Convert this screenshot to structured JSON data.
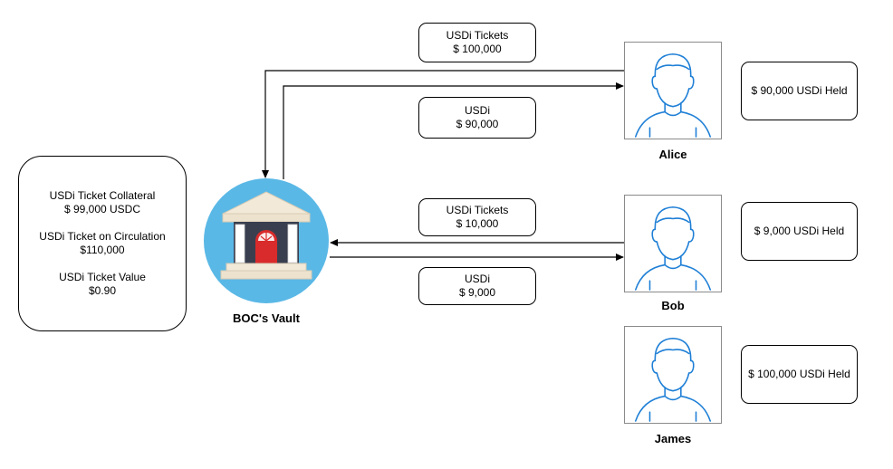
{
  "vault": {
    "label": "BOC's Vault",
    "icon": "bank-icon",
    "circle_color": "#5ab8e6"
  },
  "info": {
    "collateral_title": "USDi Ticket Collateral",
    "collateral_value": "$ 99,000 USDC",
    "circulation_title": "USDi Ticket on Circulation",
    "circulation_value": "$110,000",
    "ticket_value_title": "USDi Ticket Value",
    "ticket_value": "$0.90"
  },
  "flows": {
    "alice_tickets_title": "USDi Tickets",
    "alice_tickets_amount": "$ 100,000",
    "alice_usdi_title": "USDi",
    "alice_usdi_amount": "$ 90,000",
    "bob_tickets_title": "USDi Tickets",
    "bob_tickets_amount": "$ 10,000",
    "bob_usdi_title": "USDi",
    "bob_usdi_amount": "$ 9,000"
  },
  "users": [
    {
      "name": "Alice",
      "held": "$ 90,000 USDi Held",
      "icon": "user-icon"
    },
    {
      "name": "Bob",
      "held": "$ 9,000 USDi Held",
      "icon": "user-icon"
    },
    {
      "name": "James",
      "held": "$ 100,000 USDi Held",
      "icon": "user-icon"
    }
  ],
  "colors": {
    "avatar_stroke": "#1e7fd6",
    "roof": "#f2e9d8",
    "column": "#ffffff",
    "wall": "#3a3f4f",
    "door": "#d92b2b"
  }
}
